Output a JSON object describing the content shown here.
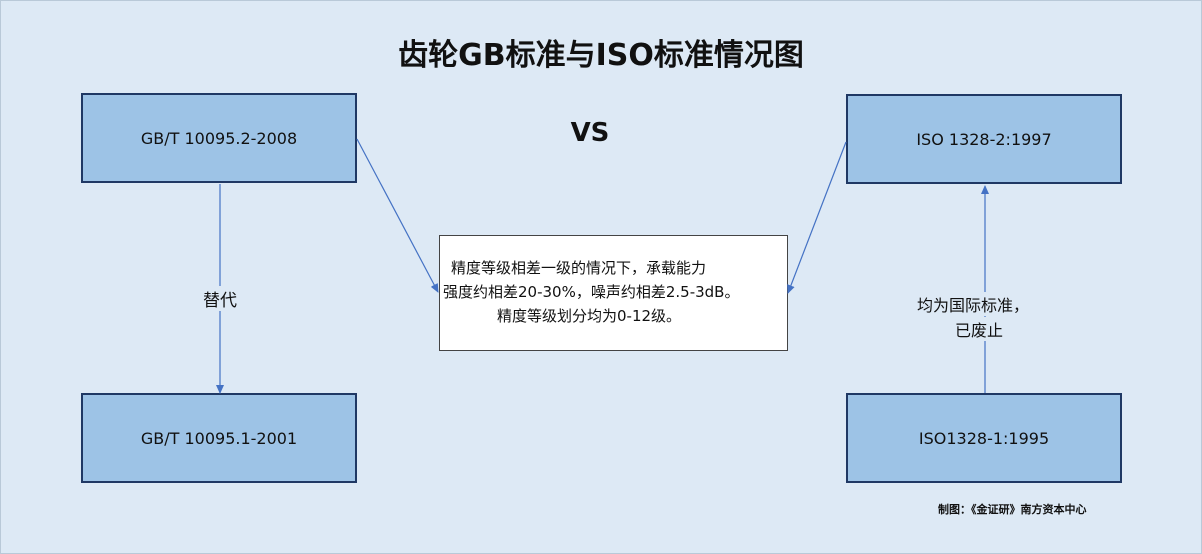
{
  "diagram": {
    "title": "齿轮GB标准与ISO标准情况图",
    "vs_label": "VS",
    "nodes": {
      "gb_new": "GB/T 10095.2-2008",
      "gb_old": "GB/T 10095.1-2001",
      "iso_new": "ISO 1328-2:1997",
      "iso_old": "ISO1328-1:1995"
    },
    "comparison_lines": [
      "精度等级相差一级的情况下，承载能力",
      "强度约相差20-30%，噪声约相差2.5-3dB。",
      "精度等级划分均为0-12级。"
    ],
    "edge_labels": {
      "gb_relation": "替代",
      "iso_relation_line1": "均为国际标准，",
      "iso_relation_line2": "已废止"
    },
    "credit": "制图：《金证研》南方资本中心",
    "colors": {
      "background": "#dde9f5",
      "box_fill": "#9dc3e6",
      "box_border": "#1f3864",
      "arrow": "#4472c4"
    }
  }
}
